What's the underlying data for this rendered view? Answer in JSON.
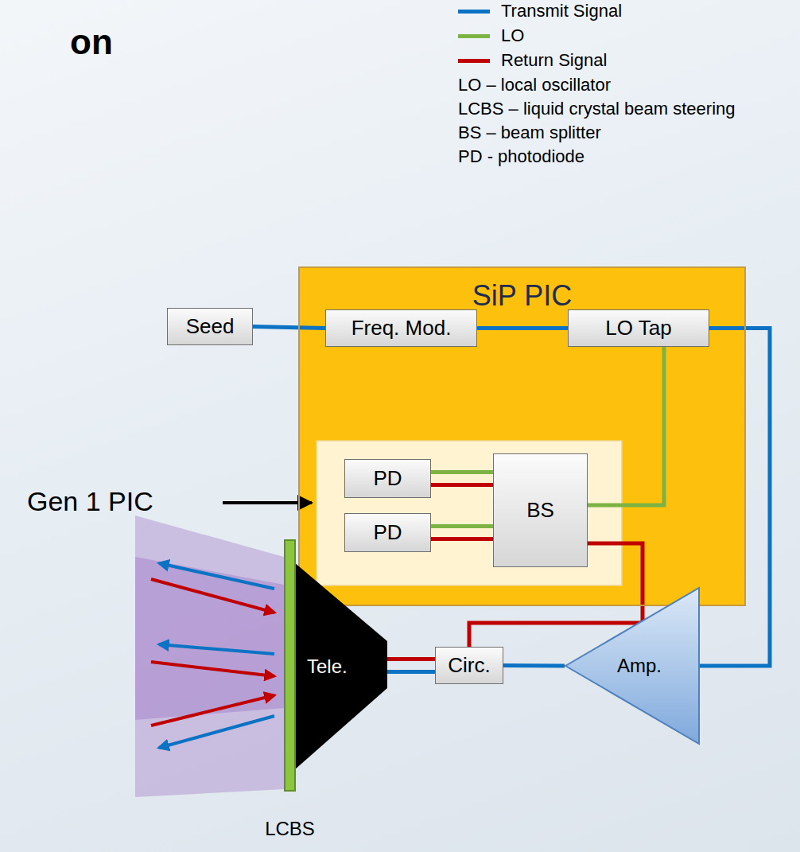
{
  "diagram": {
    "title": "on",
    "nodes": [
      {
        "text": [
          "SiP PIC"
        ]
      },
      {
        "text": [
          "Seed"
        ]
      },
      {
        "text": [
          "Freq. Mod."
        ],
        "in": 0
      },
      {
        "text": [
          "LO Tap"
        ],
        "in": 0
      },
      {
        "text": [
          "PD"
        ],
        "in": 0
      },
      {
        "text": [
          "PD"
        ],
        "in": 0
      },
      {
        "text": [
          "BS"
        ],
        "in": 0
      },
      {
        "text": [
          "Amp."
        ]
      },
      {
        "text": [
          "Circ."
        ]
      },
      {
        "text": [
          "Tele."
        ]
      },
      {
        "text": [
          "LCBS"
        ]
      }
    ],
    "edges": [
      {
        "from": 1,
        "to": 2,
        "arrow": "none"
      },
      {
        "from": 2,
        "to": 3,
        "arrow": "none"
      },
      {
        "from": 3,
        "to": 7,
        "arrow": "none"
      },
      {
        "from": 3,
        "to": 6,
        "arrow": "none"
      },
      {
        "from": 6,
        "to": 4,
        "arrow": "none"
      },
      {
        "from": 6,
        "to": 5,
        "arrow": "none"
      },
      {
        "from": 6,
        "to": 8,
        "arrow": "none"
      },
      {
        "from": 7,
        "to": 8,
        "arrow": "none"
      },
      {
        "from": 8,
        "to": 9,
        "arrow": "none"
      }
    ],
    "labels": [
      "LO – local oscillator",
      "LCBS – liquid crystal beam steering",
      "BS – beam splitter",
      "PD - photodiode",
      "Gen 1 PIC"
    ],
    "legend": [
      {
        "text": "Transmit Signal",
        "color": "#0b72c4"
      },
      {
        "text": "LO",
        "color": "#7cb342"
      },
      {
        "text": "Return Signal",
        "color": "#c00000"
      }
    ]
  }
}
